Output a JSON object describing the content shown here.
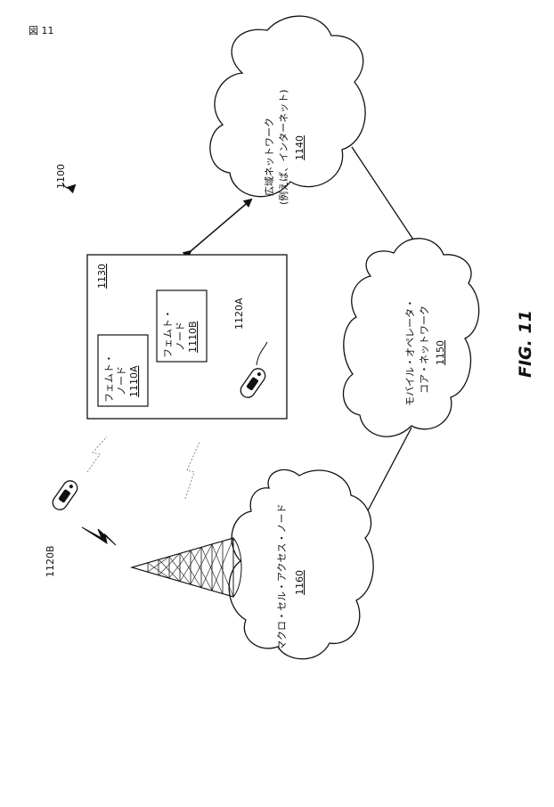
{
  "page_label": "図 11",
  "figure_title": "FIG. 11",
  "system_ref": "1100",
  "building": {
    "ref": "1130"
  },
  "femto_a": {
    "line1": "フェムト・",
    "line2": "ノード",
    "ref": "1110A"
  },
  "femto_b": {
    "line1": "フェムト・",
    "line2": "ノード",
    "ref": "1110B"
  },
  "wan": {
    "line1": "広域ネットワーク",
    "line2": "(例えば、インターネット)",
    "ref": "1140"
  },
  "core": {
    "line1": "モバイル・オペレータ・",
    "line2": "コア・ネットワーク",
    "ref": "1150"
  },
  "macro": {
    "line1": "マクロ・セル・アクセス・ノード",
    "ref": "1160"
  },
  "ue_a": {
    "ref": "1120A"
  },
  "ue_b": {
    "ref": "1120B"
  }
}
